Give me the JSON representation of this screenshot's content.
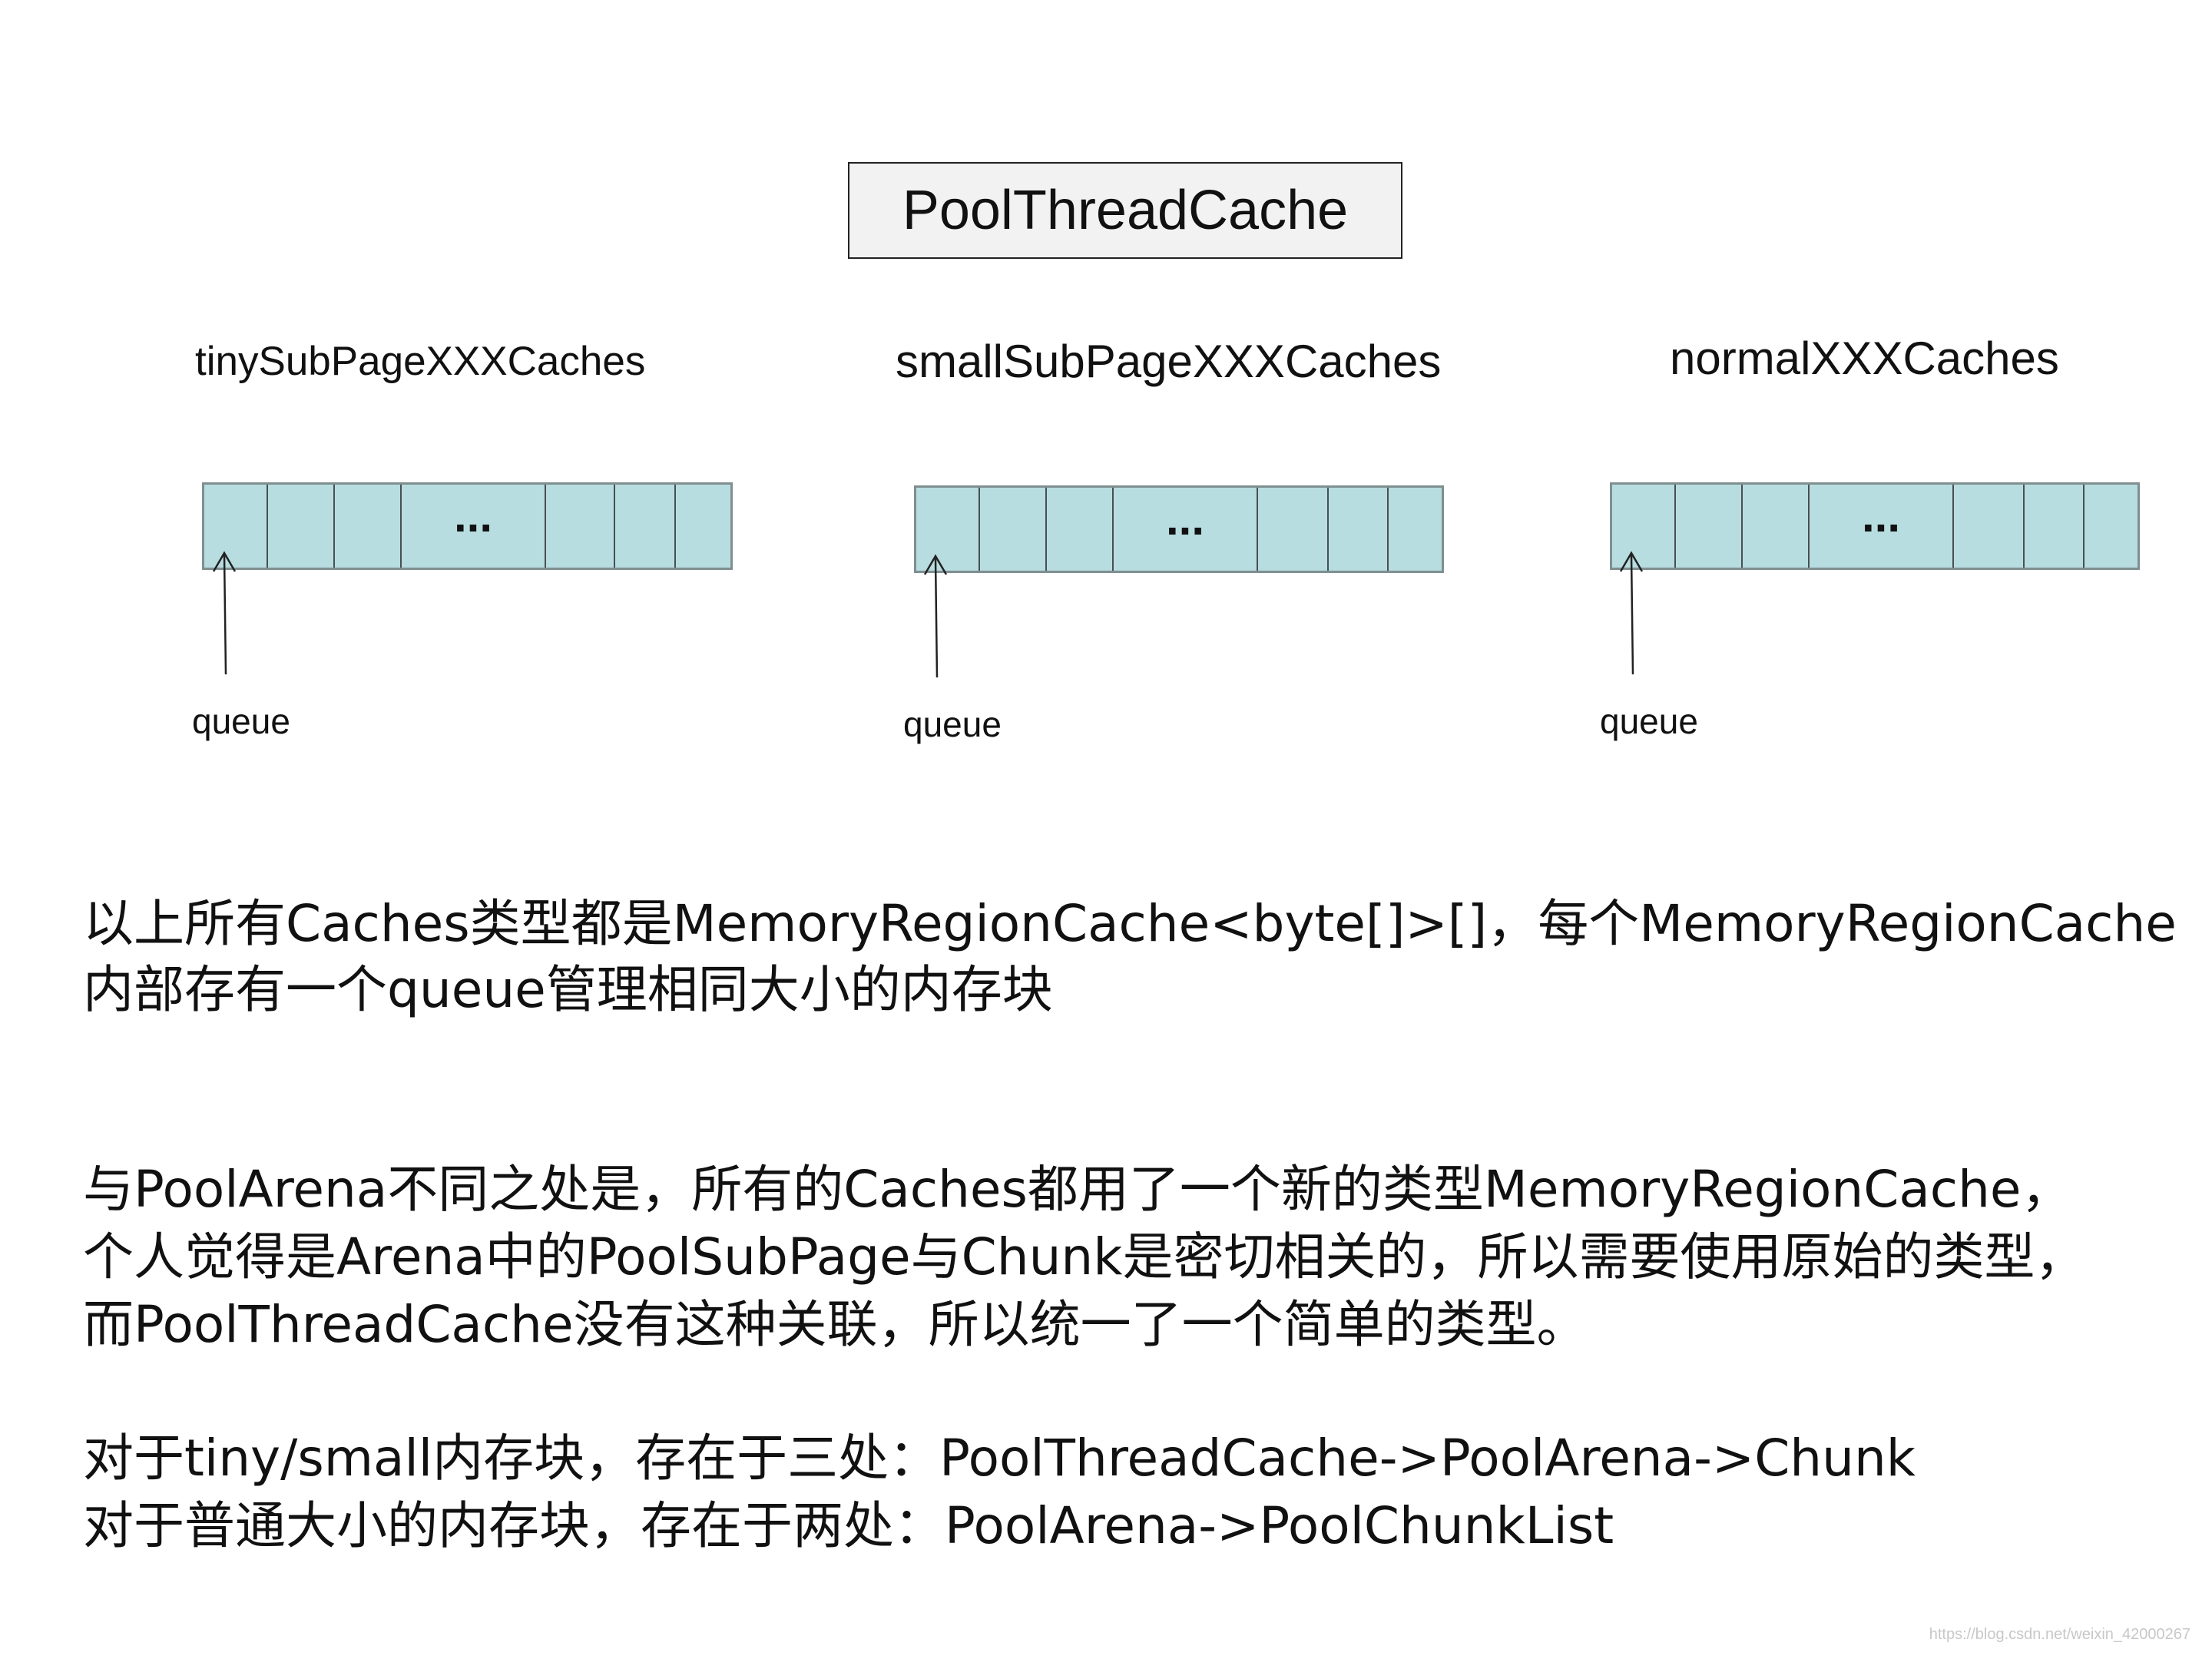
{
  "title": "PoolThreadCache",
  "groups": [
    {
      "label": "tinySubPageXXXCaches",
      "ellipsis": "...",
      "pointer_label": "queue"
    },
    {
      "label": "smallSubPageXXXCaches",
      "ellipsis": "...",
      "pointer_label": "queue"
    },
    {
      "label": "normalXXXCaches",
      "ellipsis": "...",
      "pointer_label": "queue"
    }
  ],
  "notes": [
    "以上所有Caches类型都是MemoryRegionCache<byte[]>[]，每个MemoryRegionCache",
    "内部存有一个queue管理相同大小的内存块",
    "与PoolArena不同之处是，所有的Caches都用了一个新的类型MemoryRegionCache，",
    "个人觉得是Arena中的PoolSubPage与Chunk是密切相关的，所以需要使用原始的类型，",
    "而PoolThreadCache没有这种关联，所以统一了一个简单的类型。",
    "对于tiny/small内存块，存在于三处：PoolThreadCache->PoolArena->Chunk",
    "对于普通大小的内存块，存在于两处：PoolArena->PoolChunkList"
  ],
  "watermark": "https://blog.csdn.net/weixin_42000267",
  "colors": {
    "cell_fill": "#b8dde0",
    "title_fill": "#f2f2f2",
    "text": "#111111"
  }
}
